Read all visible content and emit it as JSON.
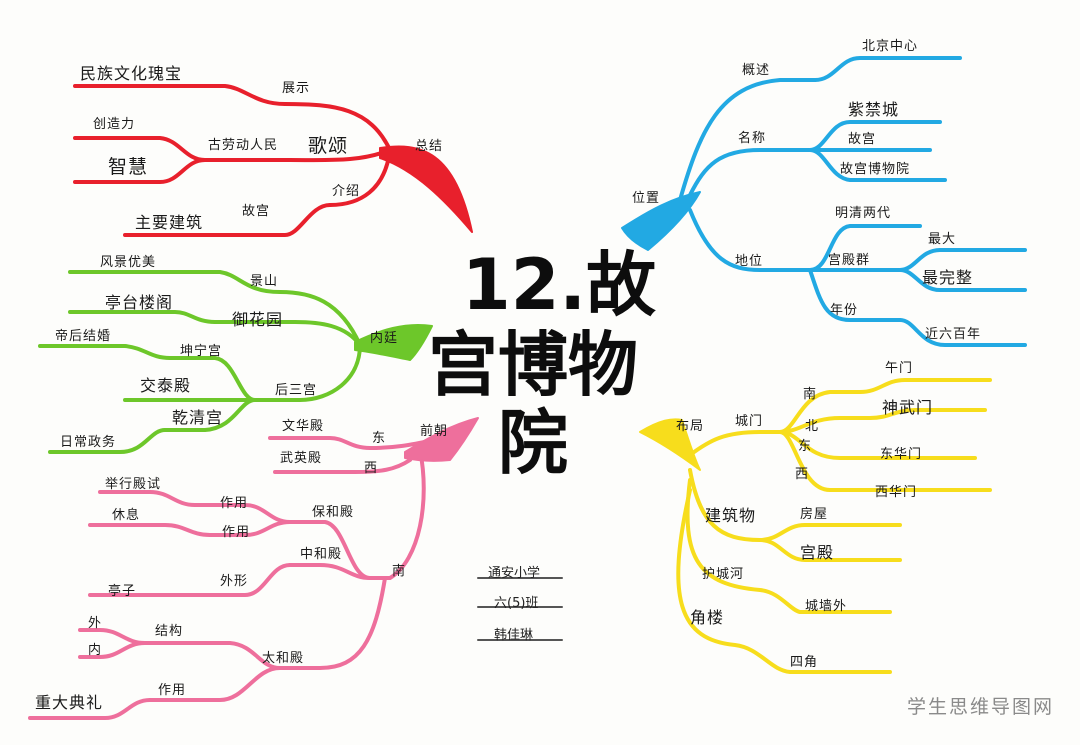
{
  "center": {
    "l1": "12.故",
    "l2": "宫博物",
    "l3": "院"
  },
  "signature": {
    "school": "通安小学",
    "class": "六(5)班",
    "name": "韩佳琳"
  },
  "watermark": "学生思维导图网",
  "red": {
    "root": "总结",
    "show": "展示",
    "treasure": "民族文化瑰宝",
    "praise": "歌颂",
    "people": "古劳动人民",
    "creativity": "创造力",
    "wisdom": "智慧",
    "intro": "介绍",
    "palace": "故宫",
    "buildings": "主要建筑"
  },
  "green": {
    "root": "内廷",
    "jingshan": "景山",
    "scenery": "风景优美",
    "garden": "御花园",
    "pavilions": "亭台楼阁",
    "three": "后三宫",
    "kunning": "坤宁宫",
    "wedding": "帝后结婚",
    "jiaotai": "交泰殿",
    "qianqing": "乾清宫",
    "daily": "日常政务"
  },
  "pink": {
    "root": "前朝",
    "east": "东",
    "wenhua": "文华殿",
    "west": "西",
    "wuying": "武英殿",
    "south": "南",
    "baohe": "保和殿",
    "use1": "作用",
    "exam": "举行殿试",
    "zhonghe": "中和殿",
    "use2": "作用",
    "rest": "休息",
    "shape": "外形",
    "pavilion": "亭子",
    "taihe": "太和殿",
    "structure": "结构",
    "outer": "外",
    "inner": "内",
    "use3": "作用",
    "ceremony": "重大典礼"
  },
  "blue": {
    "root": "位置",
    "overview": "概述",
    "center": "北京中心",
    "name": "名称",
    "forbidden": "紫禁城",
    "gugong": "故宫",
    "museum": "故宫博物院",
    "status": "地位",
    "mingqing": "明清两代",
    "complex": "宫殿群",
    "biggest": "最大",
    "intact": "最完整",
    "years": "年份",
    "sixhundred": "近六百年"
  },
  "yellow": {
    "root": "布局",
    "gates": "城门",
    "south": "南",
    "wumen": "午门",
    "north": "北",
    "shenwu": "神武门",
    "east": "东",
    "donghua": "东华门",
    "west": "西",
    "xihua": "西华门",
    "buildings": "建筑物",
    "houses": "房屋",
    "palaces": "宫殿",
    "moat": "护城河",
    "outside": "城墙外",
    "turret": "角楼",
    "corners": "四角"
  },
  "colors": {
    "red": "#e8202c",
    "green": "#6dc72a",
    "pink": "#ee6f9c",
    "blue": "#22a9e3",
    "yellow": "#f7dd1c"
  }
}
